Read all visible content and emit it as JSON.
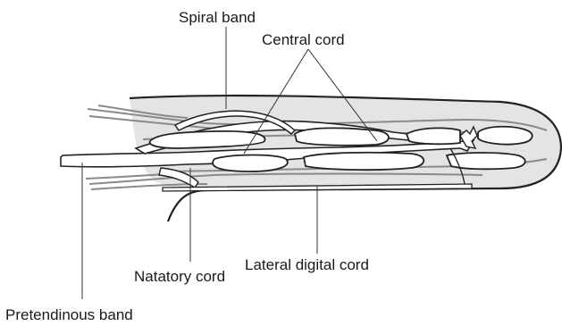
{
  "labels": {
    "spiral_band": "Spiral band",
    "central_cord": "Central cord",
    "natatory_cord": "Natatory cord",
    "lateral_digital_cord": "Lateral digital cord",
    "pretendinous_band": "Pretendinous band"
  },
  "colors": {
    "sheath_fill": "#e4e4e4",
    "outline": "#222222",
    "fiber": "#8a8a8a",
    "cord_fill": "#ffffff"
  }
}
